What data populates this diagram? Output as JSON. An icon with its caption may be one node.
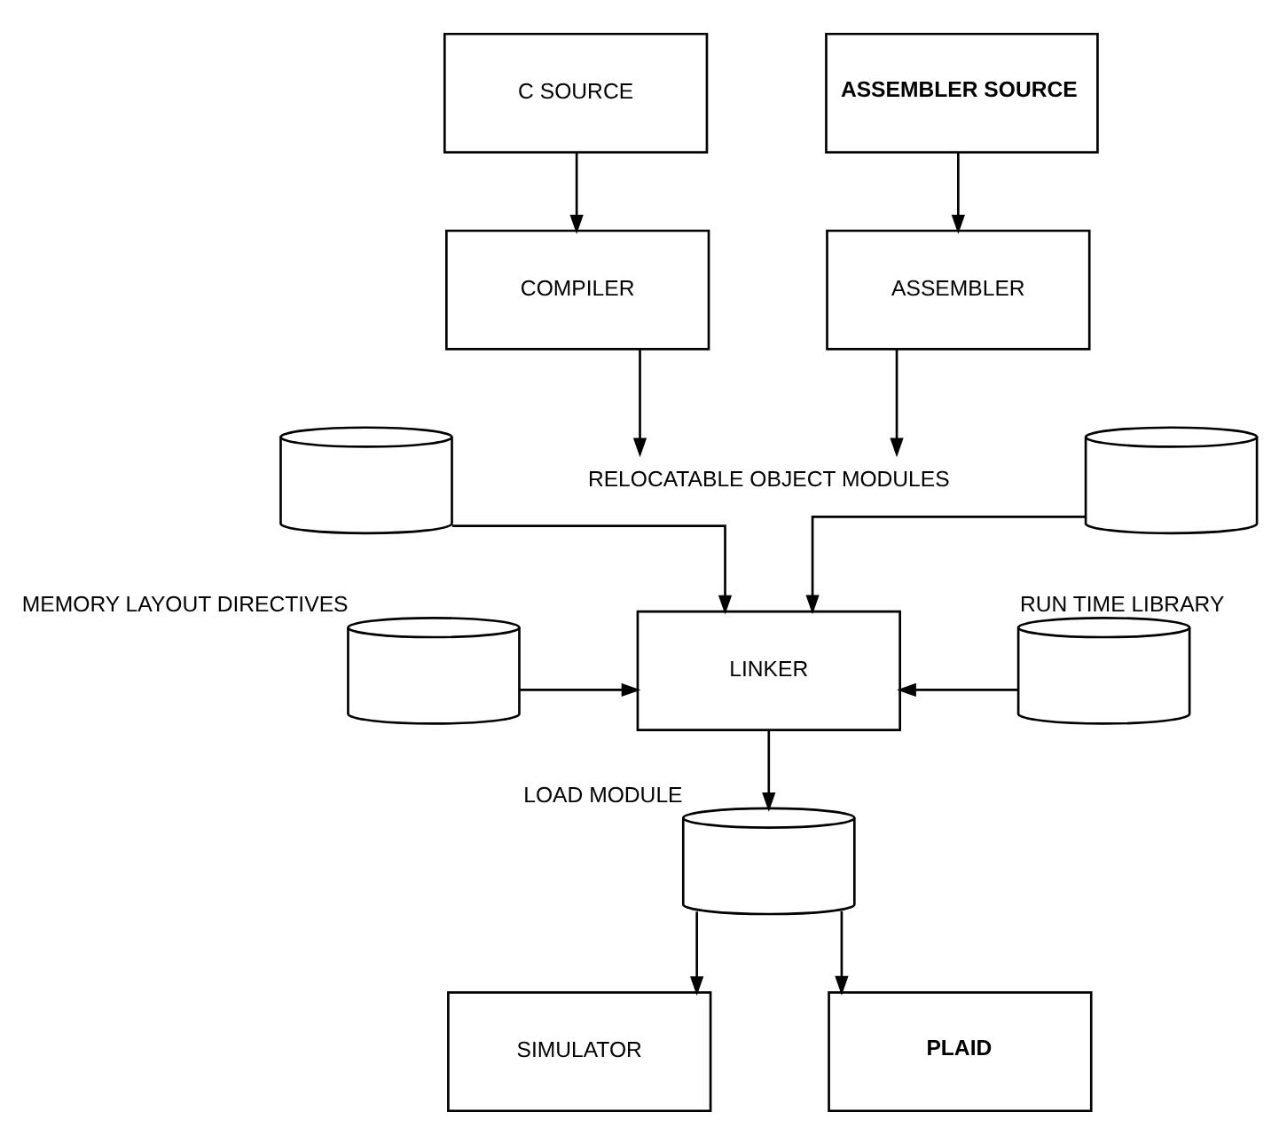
{
  "diagram": {
    "nodes": [
      {
        "text": [
          "C SOURCE"
        ]
      },
      {
        "text": [
          "ASSEMBLER SOURCE"
        ]
      },
      {
        "text": [
          "COMPILER"
        ]
      },
      {
        "text": [
          "ASSEMBLER"
        ]
      },
      {
        "text": [
          "RELOCATABLE OBJECT MODULES"
        ]
      },
      {
        "text": [],
        "shape": "cylinder"
      },
      {
        "text": [],
        "shape": "cylinder"
      },
      {
        "text": [
          "MEMORY LAYOUT DIRECTIVES"
        ]
      },
      {
        "text": [
          "LINKER"
        ]
      },
      {
        "text": [
          "RUN TIME LIBRARY"
        ]
      },
      {
        "text": [
          "LOAD MODULE"
        ]
      },
      {
        "text": [
          "SIMULATOR"
        ]
      },
      {
        "text": [
          "PLAID"
        ]
      }
    ],
    "edges": [
      {
        "from": 0,
        "to": 2,
        "arrow": "to"
      },
      {
        "from": 1,
        "to": 3,
        "arrow": "to"
      },
      {
        "from": 2,
        "to": 4,
        "arrow": "to"
      },
      {
        "from": 3,
        "to": 4,
        "arrow": "to"
      },
      {
        "from": 5,
        "to": 8,
        "arrow": "to"
      },
      {
        "from": 6,
        "to": 8,
        "arrow": "to"
      },
      {
        "from": 7,
        "to": 8,
        "arrow": "to"
      },
      {
        "from": 9,
        "to": 8,
        "arrow": "to"
      },
      {
        "from": 8,
        "to": 10,
        "arrow": "to"
      },
      {
        "from": 10,
        "to": 11,
        "arrow": "to"
      },
      {
        "from": 10,
        "to": 12,
        "arrow": "to"
      }
    ]
  }
}
